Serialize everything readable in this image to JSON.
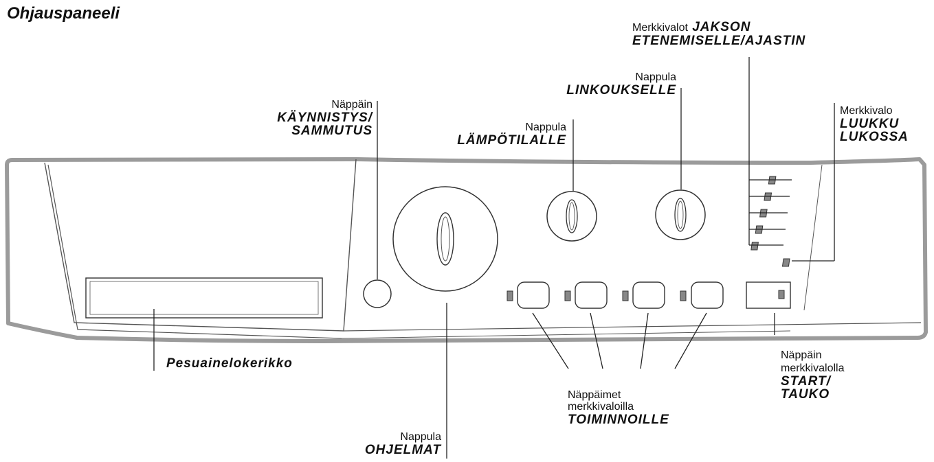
{
  "title": "Ohjauspaneeli",
  "labels": {
    "on_off_button": {
      "prefix": "Näppäin",
      "line1": "KÄYNNISTYS/",
      "line2": "SAMMUTUS"
    },
    "temperature_knob": {
      "prefix": "Nappula",
      "name": "LÄMPÖTILALLE"
    },
    "spin_knob": {
      "prefix": "Nappula",
      "name": "LINKOUKSELLE"
    },
    "progress_lights": {
      "prefix": "Merkkivalot",
      "line1": "JAKSON",
      "line2": "ETENEMISELLE/AJASTIN"
    },
    "door_lock_light": {
      "prefix": "Merkkivalo",
      "line1": "LUUKKU",
      "line2": "LUKOSSA"
    },
    "detergent_drawer": {
      "name": "Pesuainelokerikko"
    },
    "program_knob": {
      "prefix": "Nappula",
      "name": "OHJELMAT"
    },
    "function_buttons": {
      "prefix1": "Näppäimet",
      "prefix2": "merkkivaloilla",
      "name": "TOIMINNOILLE"
    },
    "start_pause_button": {
      "prefix1": "Näppäin",
      "prefix2": "merkkivalolla",
      "line1": "START/",
      "line2": "TAUKO"
    }
  }
}
